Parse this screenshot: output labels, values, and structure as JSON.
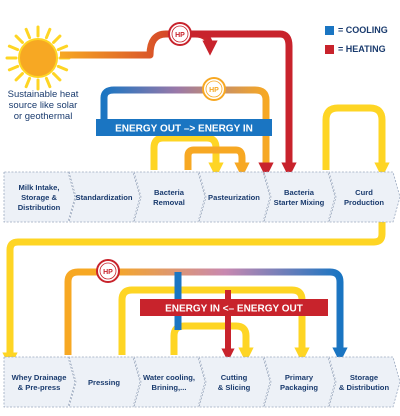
{
  "legend": {
    "cooling": {
      "label": "= COOLING",
      "color": "#1a75c2"
    },
    "heating": {
      "label": "= HEATING",
      "color": "#c8232c"
    }
  },
  "source": {
    "lines": [
      "Sustainable heat",
      "source like solar",
      "or geothermal"
    ],
    "icon": "sun-icon"
  },
  "heat_pump": {
    "label": "HP",
    "icon": "heat-pump-icon"
  },
  "energy_bars": [
    {
      "id": "top",
      "label": "ENERGY OUT –> ENERGY IN",
      "color": "#1a75c2"
    },
    {
      "id": "bottom",
      "label": "ENERGY IN <– ENERGY OUT",
      "color": "#c8232c"
    }
  ],
  "process_rows": [
    [
      "Milk Intake,\nStorage &\nDistribution",
      "Standardization",
      "Bacteria\nRemoval",
      "Pasteurization",
      "Bacteria\nStarter Mixing",
      "Curd\nProduction"
    ],
    [
      "Whey Drainage\n& Pre-press",
      "Pressing",
      "Water cooling,\nBrining,...",
      "Cutting\n& Slicing",
      "Primary\nPackaging",
      "Storage\n& Distribution"
    ]
  ],
  "colors": {
    "flow_yellow": "#fed524",
    "flow_orange": "#f7a823",
    "flow_red": "#c8232c",
    "flow_blue": "#1a75c2",
    "text_navy": "#1a3b6e",
    "box_fill": "#edf1f7",
    "box_stroke": "#9aa8be"
  }
}
